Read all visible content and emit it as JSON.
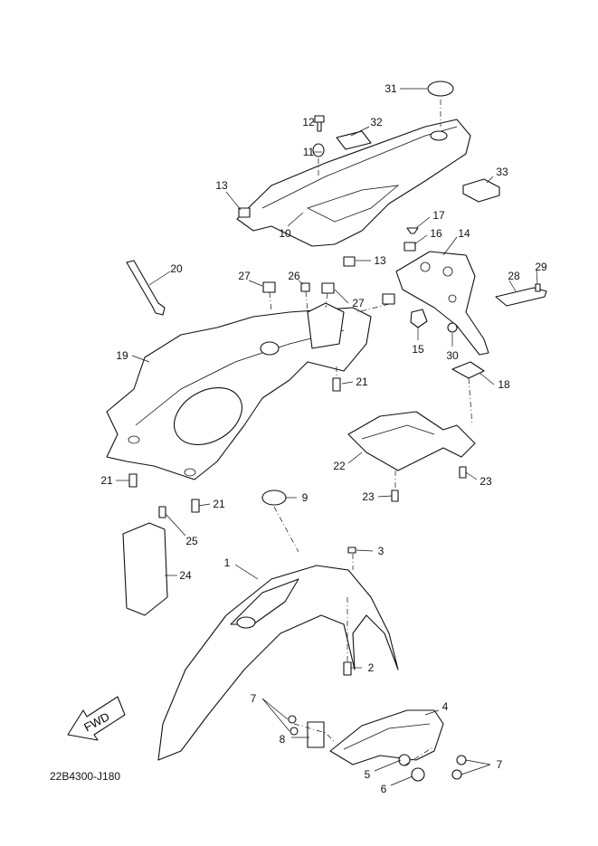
{
  "diagram": {
    "drawing_code": "22B4300-J180",
    "direction_marker": "FWD",
    "callouts": [
      "31",
      "12",
      "32",
      "11",
      "13",
      "33",
      "17",
      "10",
      "16",
      "13",
      "14",
      "27",
      "26",
      "20",
      "27",
      "28",
      "29",
      "15",
      "30",
      "19",
      "21",
      "18",
      "22",
      "23",
      "23",
      "21",
      "21",
      "9",
      "25",
      "3",
      "1",
      "24",
      "2",
      "7",
      "4",
      "8",
      "5",
      "6",
      "7"
    ]
  }
}
